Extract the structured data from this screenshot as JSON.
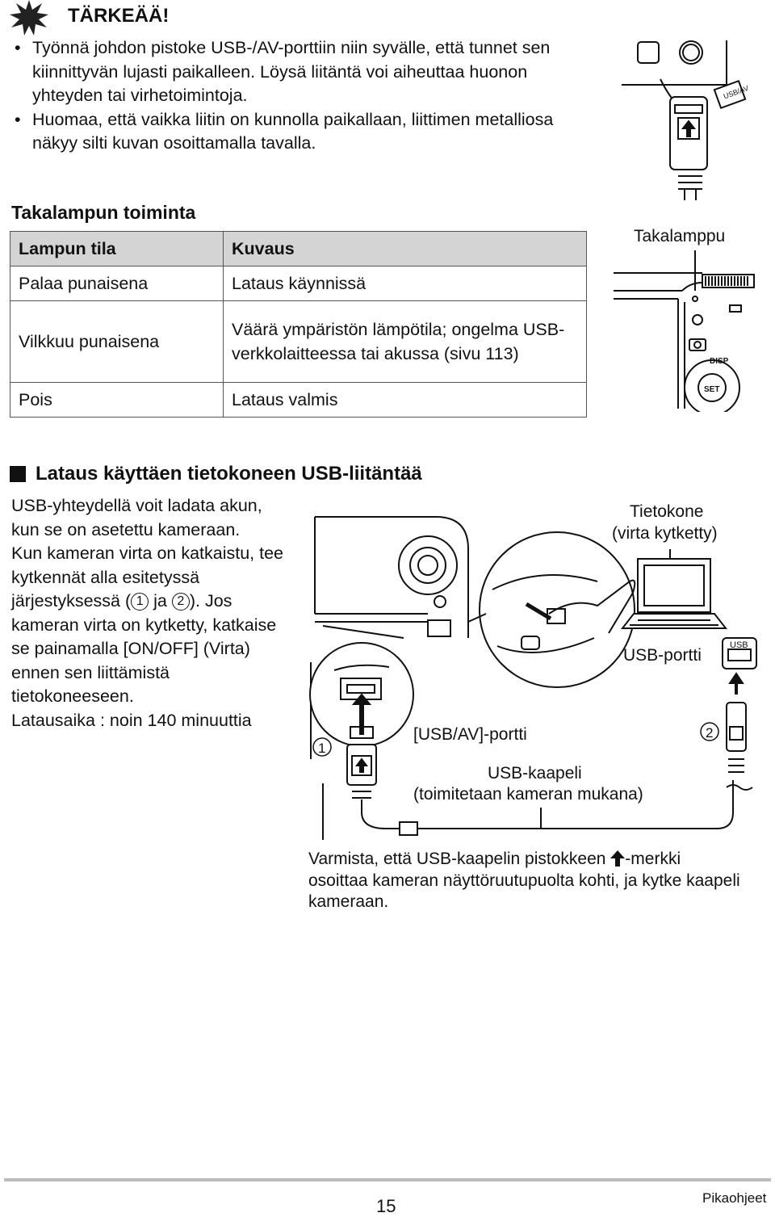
{
  "warning": {
    "title": "TÄRKEÄÄ!",
    "bullets": [
      "Työnnä johdon pistoke USB-/AV-porttiin niin syvälle, että tunnet sen kiinnittyvän lujasti paikalleen. Löysä liitäntä voi aiheuttaa huonon yhteyden tai virhetoimintoja.",
      "Huomaa, että vaikka liitin on kunnolla paikallaan, liittimen metalliosa näkyy silti kuvan osoittamalla tavalla."
    ]
  },
  "backlamp": {
    "heading": "Takalampun toiminta",
    "table": {
      "headers": [
        "Lampun tila",
        "Kuvaus"
      ],
      "rows": [
        [
          "Palaa punaisena",
          "Lataus käynnissä"
        ],
        [
          "Vilkkuu punaisena",
          "Väärä ympäristön lämpötila; ongelma USB-verkkolaitteessa tai akussa (sivu 113)"
        ],
        [
          "Pois",
          "Lataus valmis"
        ]
      ]
    },
    "figure_label": "Takalamppu",
    "camera_labels": {
      "disp": "DISP",
      "set": "SET",
      "usbav": "USB/AV"
    }
  },
  "usb_section": {
    "heading": "Lataus käyttäen tietokoneen USB-liitäntää",
    "para1": "USB-yhteydellä voit ladata akun, kun se on asetettu kameraan.",
    "para2_a": "Kun kameran virta on katkaistu, tee kytkennät alla esitetyssä järjestyksessä (",
    "num1": "1",
    "para2_b": " ja ",
    "num2": "2",
    "para2_c": "). Jos kameran virta on kytketty, katkaise se painamalla [ON/OFF] (Virta) ennen sen liittämistä tietokoneeseen.",
    "para3": "Latausaika : noin 140 minuuttia",
    "labels": {
      "computer_l1": "Tietokone",
      "computer_l2": "(virta kytketty)",
      "usb_port": "USB-portti",
      "usb_badge": "USB",
      "usbav_port": "[USB/AV]-portti",
      "cable_l1": "USB-kaapeli",
      "cable_l2": "(toimitetaan kameran mukana)",
      "step1": "1",
      "step2": "2"
    },
    "note_a": "Varmista, että USB-kaapelin pistokkeen ",
    "note_b": "-merkki osoittaa kameran näyttöruutupuolta kohti, ja kytke kaapeli kameraan."
  },
  "footer": {
    "page_number": "15",
    "section": "Pikaohjeet"
  }
}
